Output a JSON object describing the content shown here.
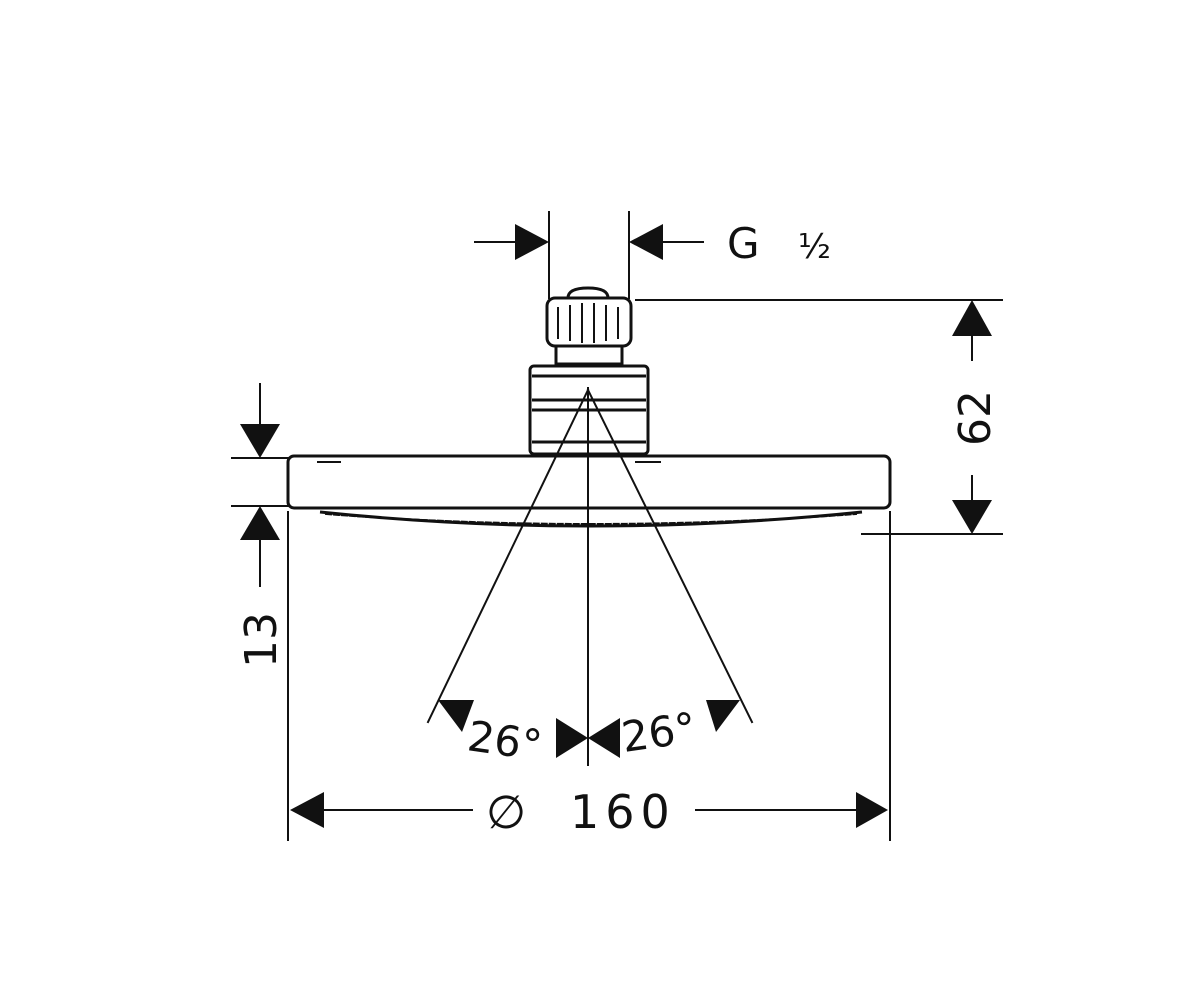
{
  "dimensions": {
    "thread": {
      "label": "G",
      "fraction": "½"
    },
    "height": {
      "value": "62"
    },
    "plate_thickness": {
      "value": "13"
    },
    "spray_angle_left": {
      "value": "26°"
    },
    "spray_angle_right": {
      "value": "26°"
    },
    "diameter": {
      "symbol": "∅",
      "value": "160"
    }
  },
  "colors": {
    "line": "#111111",
    "background": "#ffffff"
  }
}
